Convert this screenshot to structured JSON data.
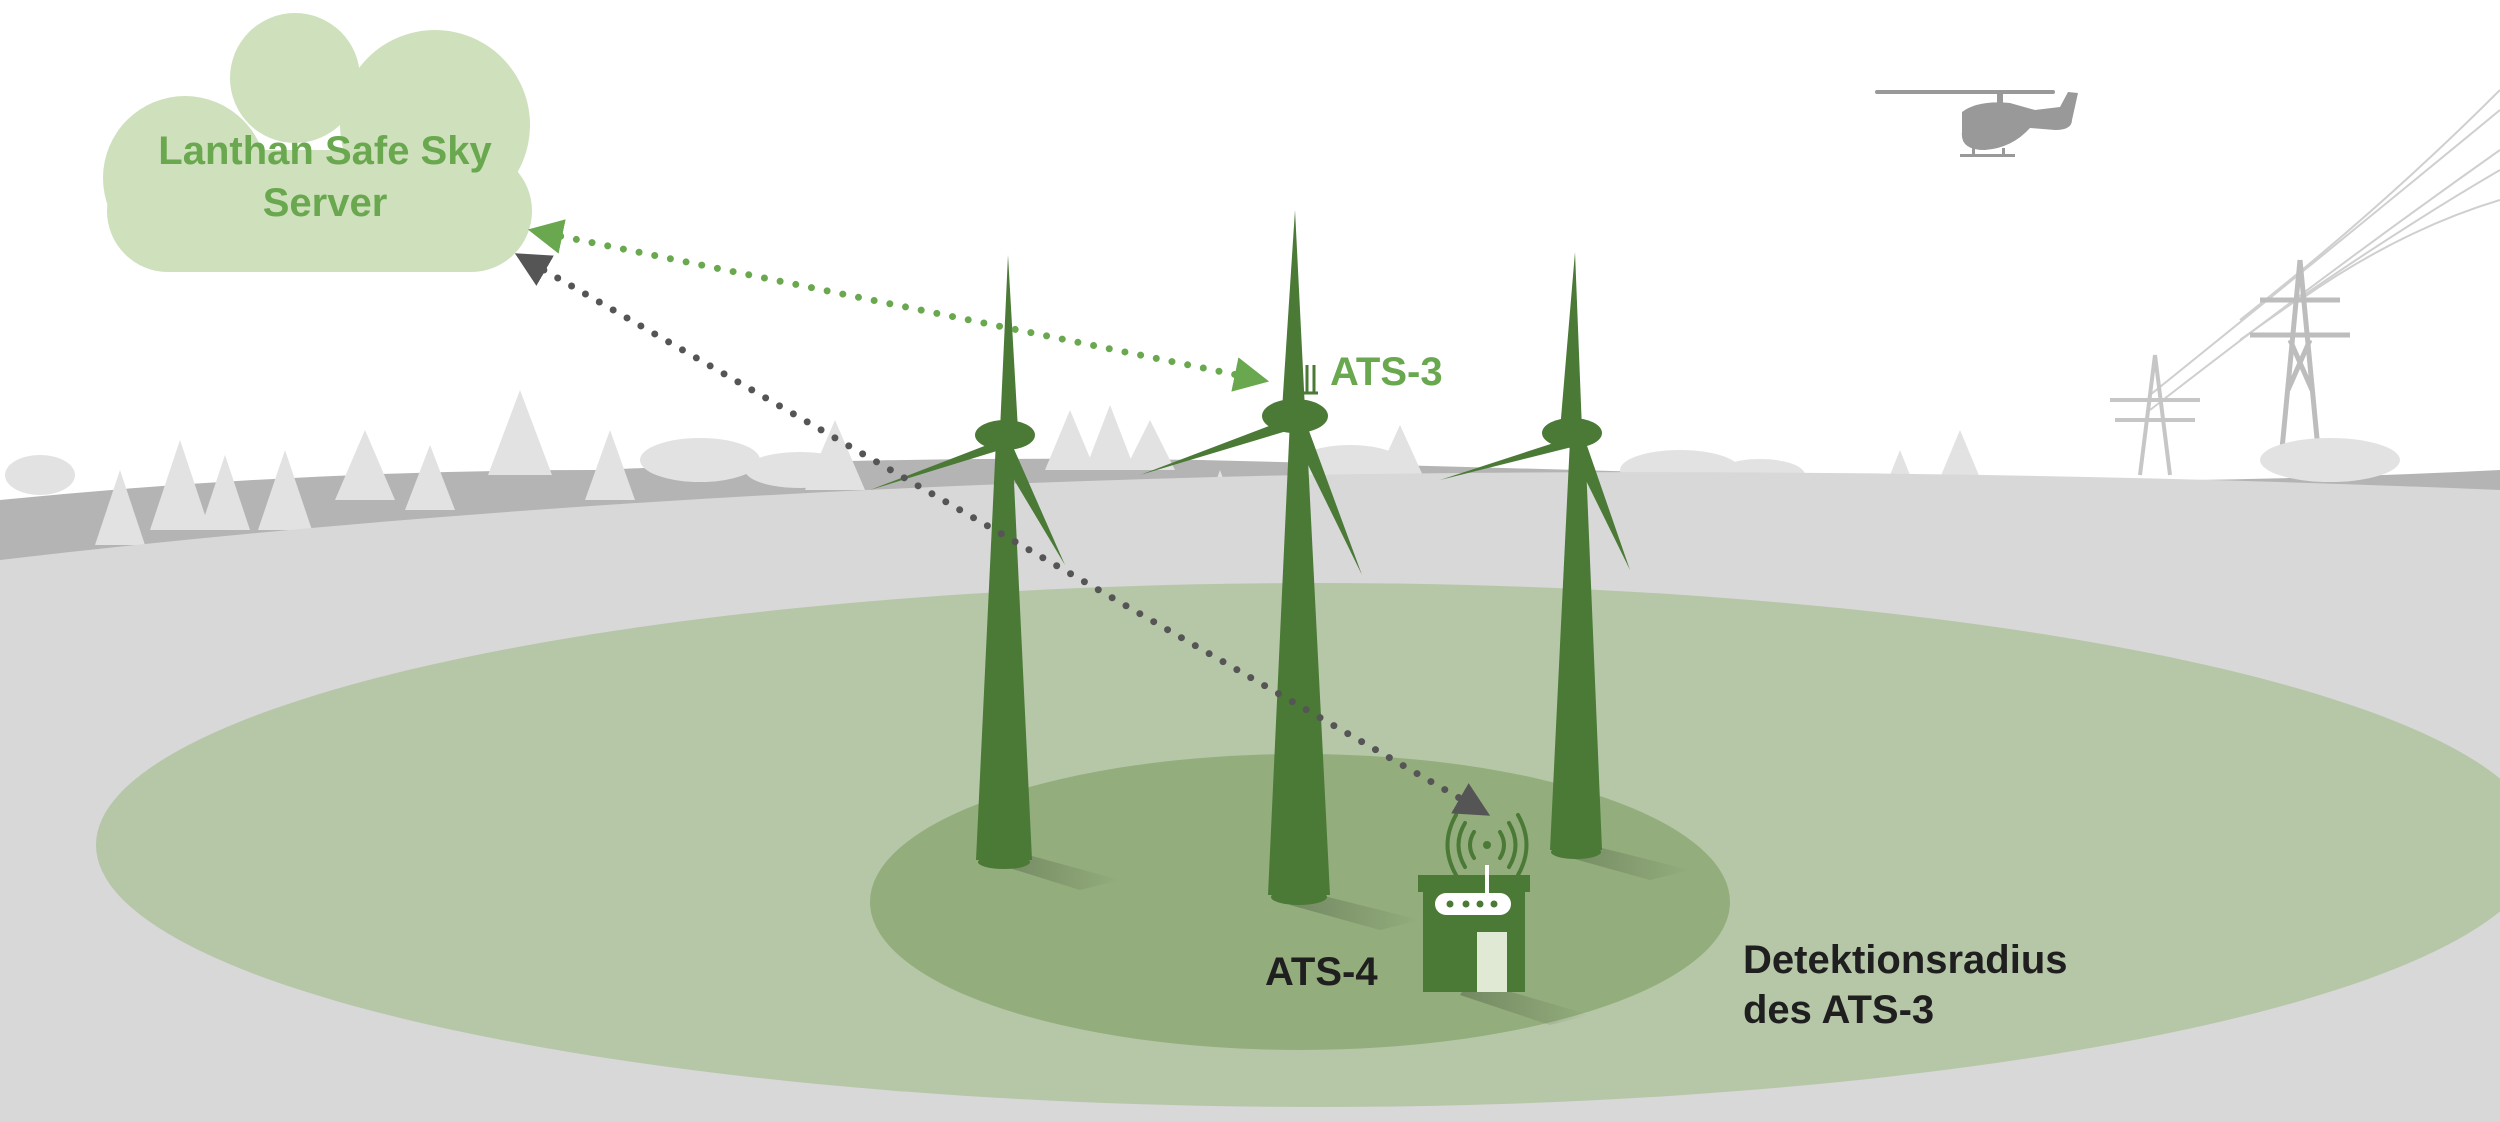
{
  "server": {
    "label_line1": "Lanthan Safe Sky",
    "label_line2": "Server"
  },
  "labels": {
    "ats3": "ATS-3",
    "ats4": "ATS-4",
    "detection_line1": "Detektionsradius",
    "detection_line2": "des ATS-3"
  },
  "colors": {
    "cloud_fill": "#cfe0bc",
    "cloud_text": "#6aa84f",
    "turbine": "#4a7a36",
    "outer_radius": "#b6c7a8",
    "inner_radius": "#93ad7c",
    "ground": "#d8d8d8",
    "forest": "#b4b4b4",
    "trees_light": "#e2e2e2",
    "link_green": "#6aa84f",
    "link_dark": "#555555",
    "label_dark": "#1f1f1f",
    "helicopter": "#999999",
    "pylon": "#bdbdbd"
  },
  "icons": [
    "cloud-icon",
    "wind-turbine-icon",
    "helicopter-icon",
    "power-pylon-icon",
    "tree-icon",
    "ats4-station-icon",
    "wifi-signal-icon",
    "antenna-icon"
  ]
}
